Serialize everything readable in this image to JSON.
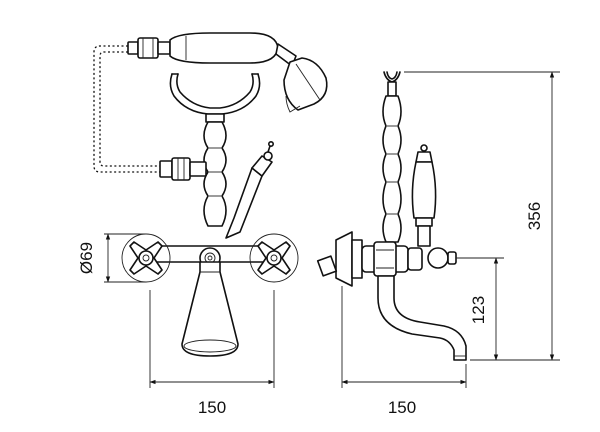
{
  "dimensions": {
    "width_front": "150",
    "width_side": "150",
    "height_total": "356",
    "height_spout": "123",
    "diameter_flange": "Ø69"
  }
}
